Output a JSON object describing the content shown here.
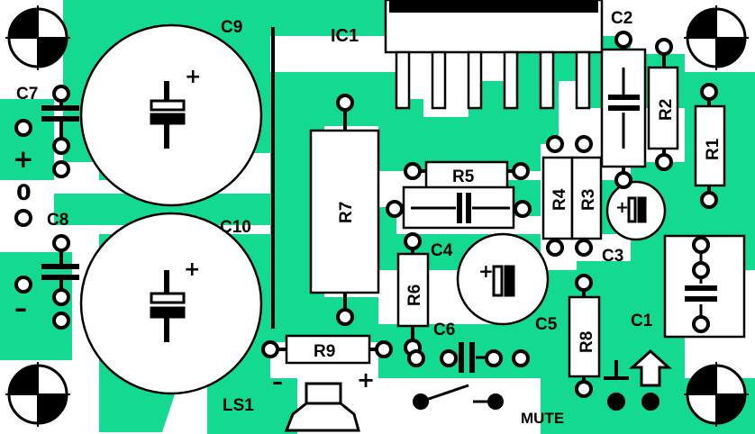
{
  "colors": {
    "copper": "#14d991",
    "ink": "#000000",
    "background": "#ffffff"
  },
  "labels": {
    "ic1": "IC1",
    "c1": "C1",
    "c2": "C2",
    "c3": "C3",
    "c4": "C4",
    "c5": "C5",
    "c6": "C6",
    "c7": "C7",
    "c8": "C8",
    "c9": "C9",
    "c10": "C10",
    "r1": "R1",
    "r2": "R2",
    "r3": "R3",
    "r4": "R4",
    "r5": "R5",
    "r6": "R6",
    "r7": "R7",
    "r8": "R8",
    "r9": "R9",
    "ls1": "LS1",
    "mute": "MUTE",
    "supply_plus": "+",
    "supply_zero": "0",
    "supply_minus": "–",
    "ls_minus": "–",
    "ls_plus": "+",
    "pol_plus": "+"
  },
  "icons": [
    "mounting-hole-icon",
    "ground-symbol-icon",
    "input-arrow-icon",
    "speaker-icon",
    "switch-icon"
  ]
}
